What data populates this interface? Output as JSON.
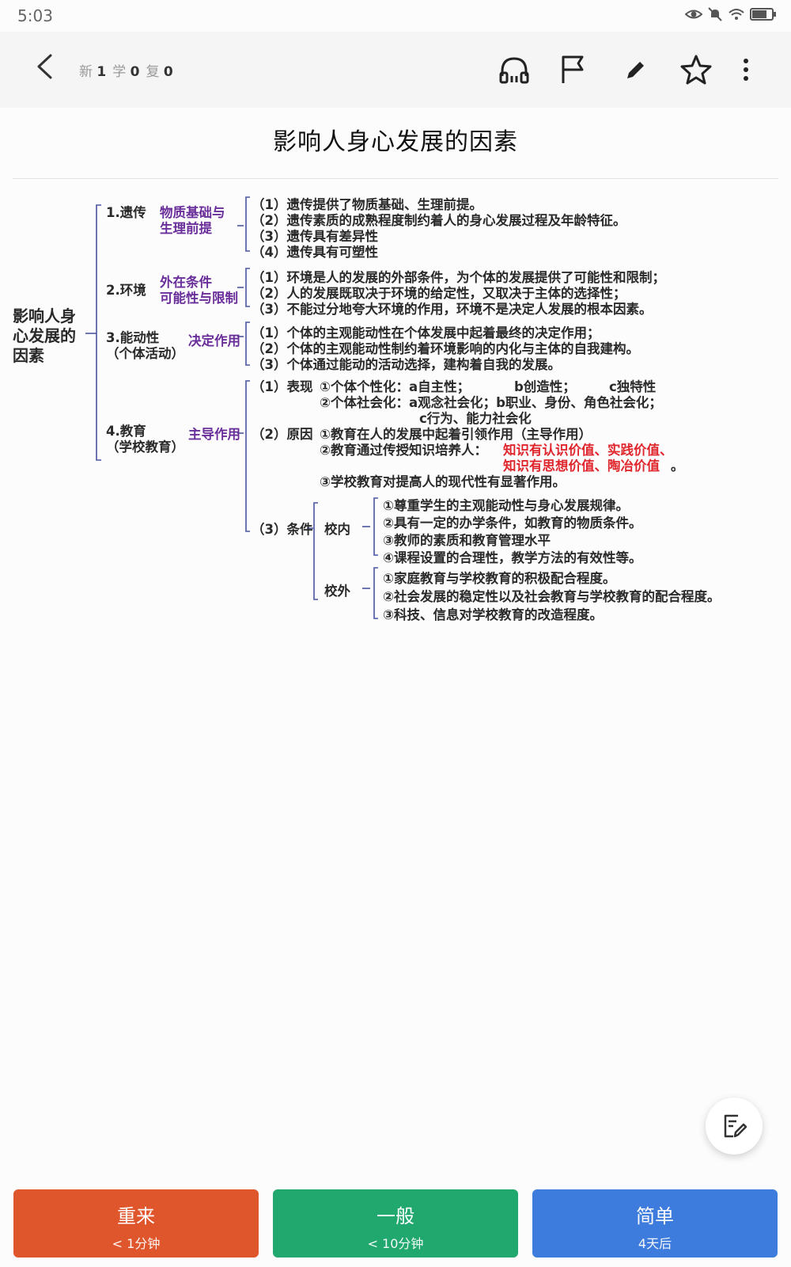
{
  "status_bar": {
    "time": "5:03",
    "icons": [
      "eye-icon",
      "mute-icon",
      "wifi-icon",
      "battery-icon"
    ]
  },
  "toolbar": {
    "counts": [
      {
        "label": "新",
        "value": "1"
      },
      {
        "label": "学",
        "value": "0"
      },
      {
        "label": "复",
        "value": "0"
      }
    ],
    "icons": [
      "back-arrow-icon",
      "headphones-icon",
      "flag-icon",
      "pencil-icon",
      "star-icon",
      "more-vert-icon"
    ]
  },
  "card": {
    "title": "影响人身心发展的因素",
    "root": "影响人身心发展的因素",
    "heredity": {
      "label": "1.遗传",
      "role": [
        "物质基础与",
        "生理前提"
      ],
      "items": [
        "（1）遗传提供了物质基础、生理前提。",
        "（2）遗传素质的成熟程度制约着人的身心发展过程及年龄特征。",
        "（3）遗传具有差异性",
        "（4）遗传具有可塑性"
      ]
    },
    "environment": {
      "label": "2.环境",
      "role": [
        "外在条件",
        "可能性与限制"
      ],
      "items": [
        "（1）环境是人的发展的外部条件，为个体的发展提供了可能性和限制；",
        "（2）人的发展既取决于环境的给定性，又取决于主体的选择性；",
        "（3）不能过分地夸大环境的作用，环境不是决定人发展的根本因素。"
      ]
    },
    "agency": {
      "label": "3.能动性",
      "sub": "（个体活动）",
      "role": "决定作用",
      "items": [
        "（1）个体的主观能动性在个体发展中起着最终的决定作用；",
        "（2）个体的主观能动性制约着环境影响的内化与主体的自我建构。",
        "（3）个体通过能动的活动选择，建构着自我的发展。"
      ]
    },
    "education": {
      "label": "4.教育",
      "sub": "（学校教育）",
      "role": "主导作用",
      "manifest_label": "（1）表现",
      "manifest_line1": "①个体个性化：a自主性；",
      "manifest_line1_b": "b创造性；",
      "manifest_line1_c": "c独特性",
      "manifest_line2": "②个体社会化：a观念社会化；b职业、身份、角色社会化；",
      "manifest_line3": "c行为、能力社会化",
      "reason_label": "（2）原因",
      "reason_1": "①教育在人的发展中起着引领作用（主导作用）",
      "reason_2": "②教育通过传授知识培养人：",
      "reason_2_red1": "知识有认识价值、实践价值、",
      "reason_2_red2": "知识有思想价值、陶冶价值",
      "reason_2_end": "。",
      "reason_3": "③学校教育对提高人的现代性有显著作用。",
      "cond_label": "（3）条件",
      "inside_label": "校内",
      "inside": [
        "①尊重学生的主观能动性与身心发展规律。",
        "②具有一定的办学条件，如教育的物质条件。",
        "③教师的素质和教育管理水平",
        "④课程设置的合理性，教学方法的有效性等。"
      ],
      "outside_label": "校外",
      "outside": [
        "①家庭教育与学校教育的积极配合程度。",
        "②社会发展的稳定性以及社会教育与学校教育的配合程度。",
        "③科技、信息对学校教育的改造程度。"
      ]
    }
  },
  "fab": {
    "icon": "edit-note-icon"
  },
  "answers": [
    {
      "label": "重来",
      "sub": "< 1分钟",
      "color": "#e0562c"
    },
    {
      "label": "一般",
      "sub": "< 10分钟",
      "color": "#20a86e"
    },
    {
      "label": "简单",
      "sub": "4天后",
      "color": "#3d7bdc"
    }
  ]
}
